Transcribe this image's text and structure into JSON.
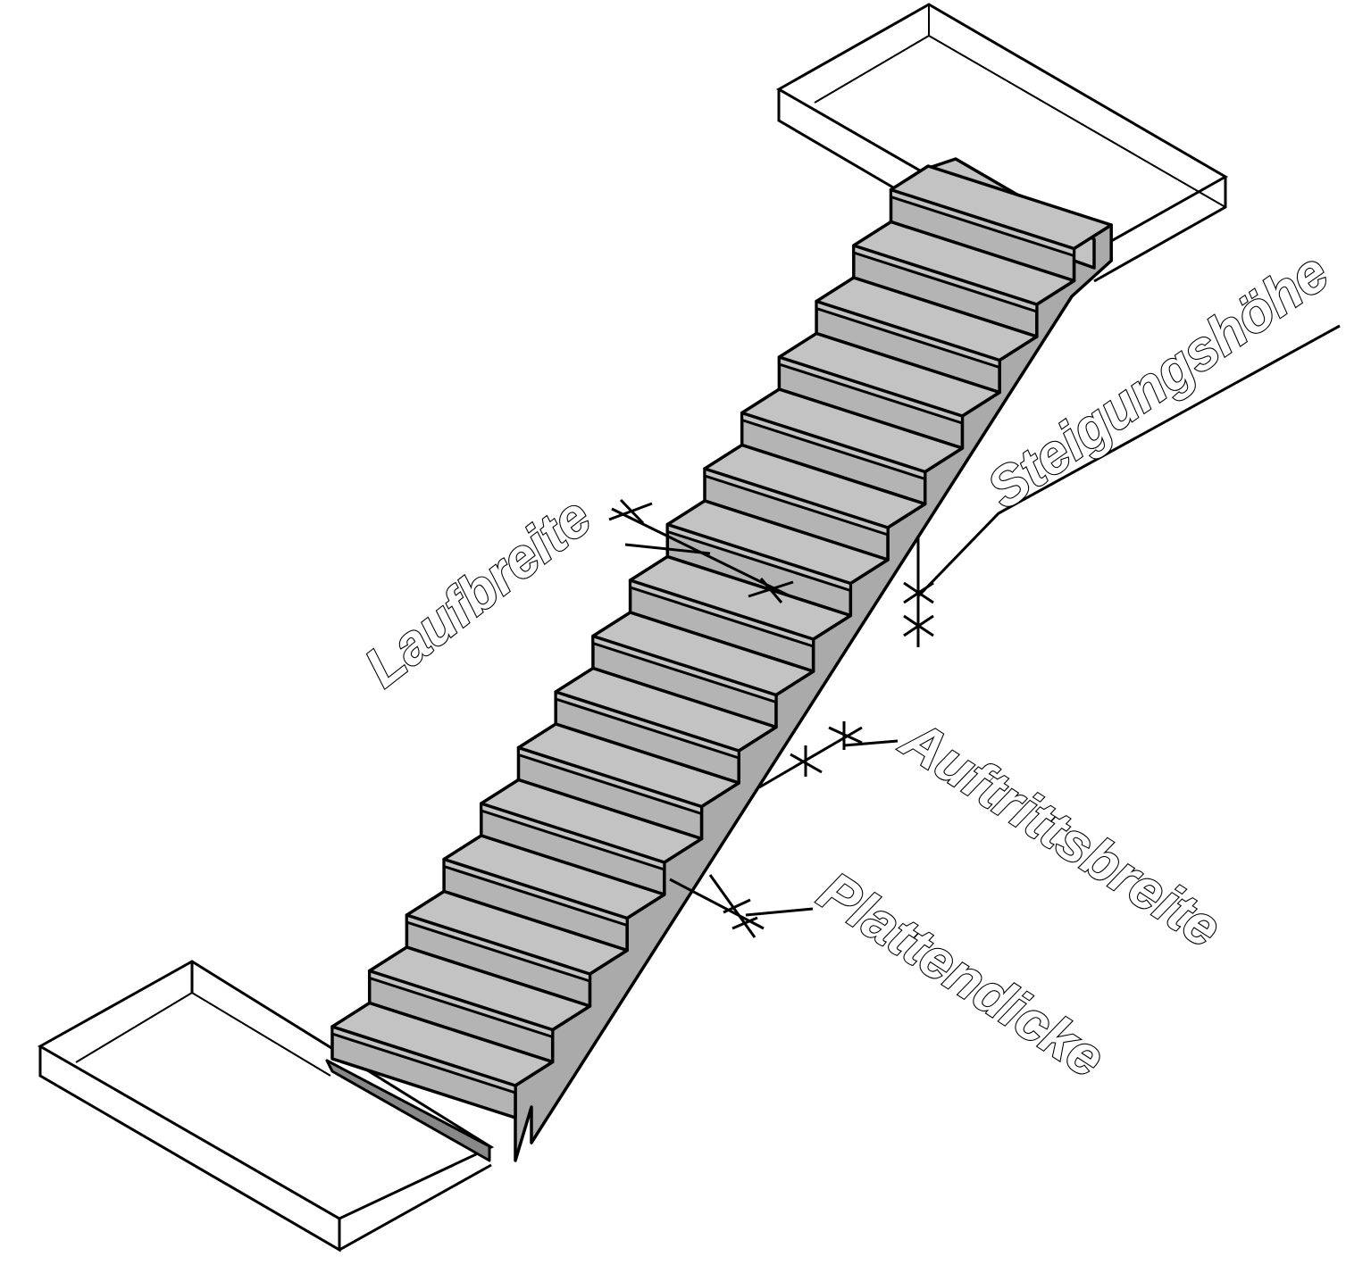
{
  "title": "Treppe (isometrische Darstellung)",
  "labels": {
    "laufbreite": "Laufbreite",
    "steigungshoehe": "Steigungshöhe",
    "auftrittsbreite": "Auftrittsbreite",
    "plattendicke": "Plattendicke"
  },
  "stair": {
    "step_count": 16
  },
  "colors": {
    "tread": "#c3c3c3",
    "riser": "#b4b4b4",
    "stringer": "#aaaaaa",
    "line": "#000000"
  }
}
